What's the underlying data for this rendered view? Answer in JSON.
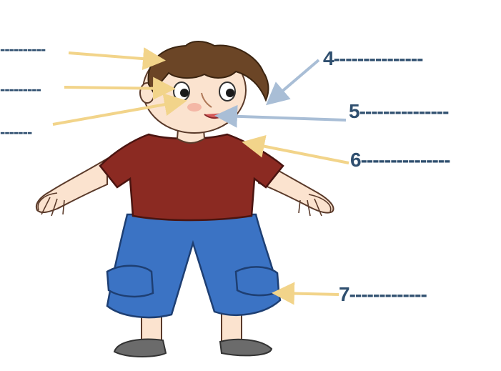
{
  "labels": [
    {
      "id": "label-1",
      "number": "",
      "dashes": "----------"
    },
    {
      "id": "label-2",
      "number": "",
      "dashes": "---------"
    },
    {
      "id": "label-3",
      "number": "",
      "dashes": "-------"
    },
    {
      "id": "label-4",
      "number": "4",
      "dashes": "---------------"
    },
    {
      "id": "label-5",
      "number": "5",
      "dashes": "---------------"
    },
    {
      "id": "label-6",
      "number": "6",
      "dashes": "---------------"
    },
    {
      "id": "label-7",
      "number": "7",
      "dashes": "-------------"
    }
  ],
  "colors": {
    "label_text": "#2f4f6f",
    "arrow_yellow": "#f2d48a",
    "arrow_blue": "#a9bed6",
    "shirt": "#8b2a22",
    "shorts": "#3b73c4",
    "hair": "#6b4526",
    "skin": "#fbe3cf",
    "shoes": "#6b6b6b"
  },
  "icons": [
    "boy-illustration",
    "arrow-icon"
  ]
}
